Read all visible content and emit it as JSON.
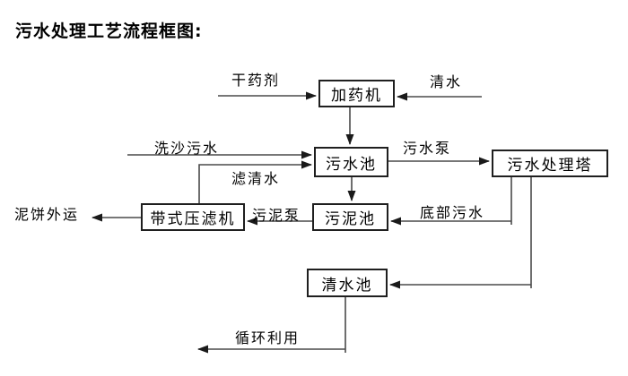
{
  "title": "污水处理工艺流程框图:",
  "diagram": {
    "nodes": [
      {
        "id": "dosing-machine",
        "label": "加药机"
      },
      {
        "id": "sewage-pool",
        "label": "污水池"
      },
      {
        "id": "treatment-tower",
        "label": "污水处理塔"
      },
      {
        "id": "sludge-pool",
        "label": "污泥池"
      },
      {
        "id": "belt-filter-press",
        "label": "带式压滤机"
      },
      {
        "id": "clear-water-pool",
        "label": "清水池"
      }
    ],
    "edge_labels": [
      {
        "id": "dry-agent",
        "label": "干药剂"
      },
      {
        "id": "clear-water-in",
        "label": "清水"
      },
      {
        "id": "sand-wash-sewage",
        "label": "洗沙污水"
      },
      {
        "id": "filtered-water",
        "label": "滤清水"
      },
      {
        "id": "sewage-pump",
        "label": "污水泵"
      },
      {
        "id": "bottom-sewage",
        "label": "底部污水"
      },
      {
        "id": "sludge-pump",
        "label": "污泥泵"
      },
      {
        "id": "mud-cake-out",
        "label": "泥饼外运"
      },
      {
        "id": "recycle-use",
        "label": "循环利用"
      }
    ],
    "colors": {
      "line": "#4a4a4a",
      "arrowhead": "#1a1a1a",
      "box_border": "#1f1f1f",
      "text": "#000000",
      "background": "#ffffff"
    }
  }
}
